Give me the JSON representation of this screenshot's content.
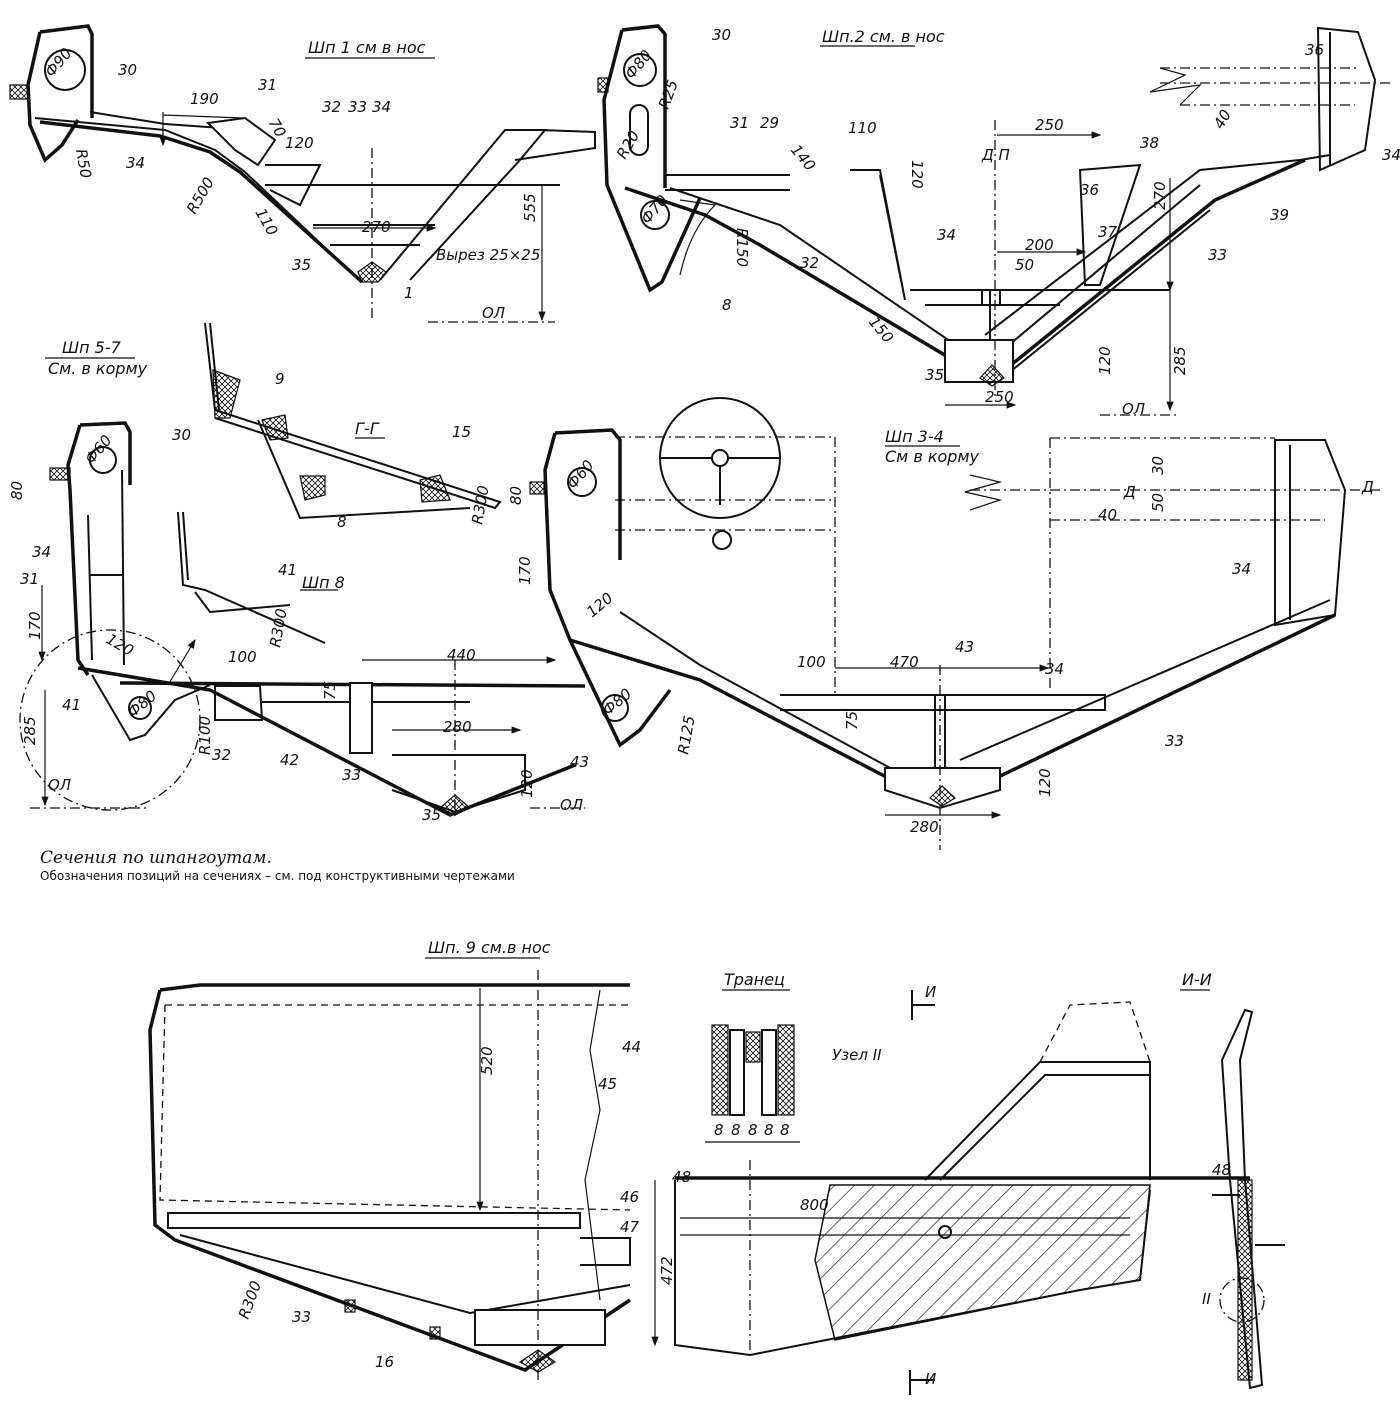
{
  "caption": {
    "title": "Сечения по шпангоутам.",
    "note": "Обозначения позиций на сечениях – см. под конструктивными чертежами"
  },
  "sections": {
    "shp1": {
      "title": "Шп 1 см в нос",
      "labels": [
        "Ф90",
        "30",
        "190",
        "31",
        "70",
        "120",
        "32",
        "33",
        "34",
        "34",
        "R50",
        "R500",
        "110",
        "270",
        "555",
        "35",
        "Вырез 25×25",
        "1",
        "ОЛ"
      ]
    },
    "shp2": {
      "title": "Шп.2 см. в нос",
      "labels": [
        "30",
        "Ф80",
        "R25",
        "R20",
        "31",
        "29",
        "140",
        "110",
        "120",
        "Д П",
        "250",
        "38",
        "36",
        "40",
        "36",
        "34",
        "39",
        "270",
        "33",
        "Ф70",
        "R150",
        "8",
        "32",
        "34",
        "37",
        "200",
        "50",
        "150",
        "35",
        "120",
        "285",
        "250",
        "ОЛ"
      ]
    },
    "shp57": {
      "title": "Шп 5-7",
      "subtitle": "См. в корму",
      "labels": [
        "30",
        "Ф60",
        "80",
        "34",
        "31",
        "170",
        "120",
        "41",
        "Ф80",
        "285",
        "R100",
        "ОЛ",
        "100",
        "440",
        "75",
        "32",
        "42",
        "33",
        "280",
        "43",
        "35",
        "120",
        "ОЛ"
      ]
    },
    "gg": {
      "title": "Г-Г",
      "labels": [
        "9",
        "15",
        "8",
        "R300"
      ]
    },
    "shp8": {
      "title": "Шп 8",
      "labels": [
        "41",
        "R300"
      ]
    },
    "shp34": {
      "title": "Шп 3-4",
      "subtitle": "См в корму",
      "labels": [
        "Ф60",
        "80",
        "Д",
        "Д",
        "30",
        "50",
        "40",
        "34",
        "170",
        "120",
        "Ф80",
        "R125",
        "100",
        "470",
        "43",
        "34",
        "75",
        "33",
        "120",
        "280"
      ]
    },
    "shp9": {
      "title": "Шп. 9 см.в нос",
      "labels": [
        "44",
        "520",
        "45",
        "46",
        "47",
        "R300",
        "33",
        "16"
      ]
    },
    "transom": {
      "title": "Транец",
      "labels": [
        "И",
        "Узел II",
        "8",
        "8",
        "8",
        "8",
        "8",
        "48",
        "800",
        "472",
        "И"
      ]
    },
    "ii": {
      "title": "И-И",
      "labels": [
        "48",
        "II"
      ]
    }
  }
}
